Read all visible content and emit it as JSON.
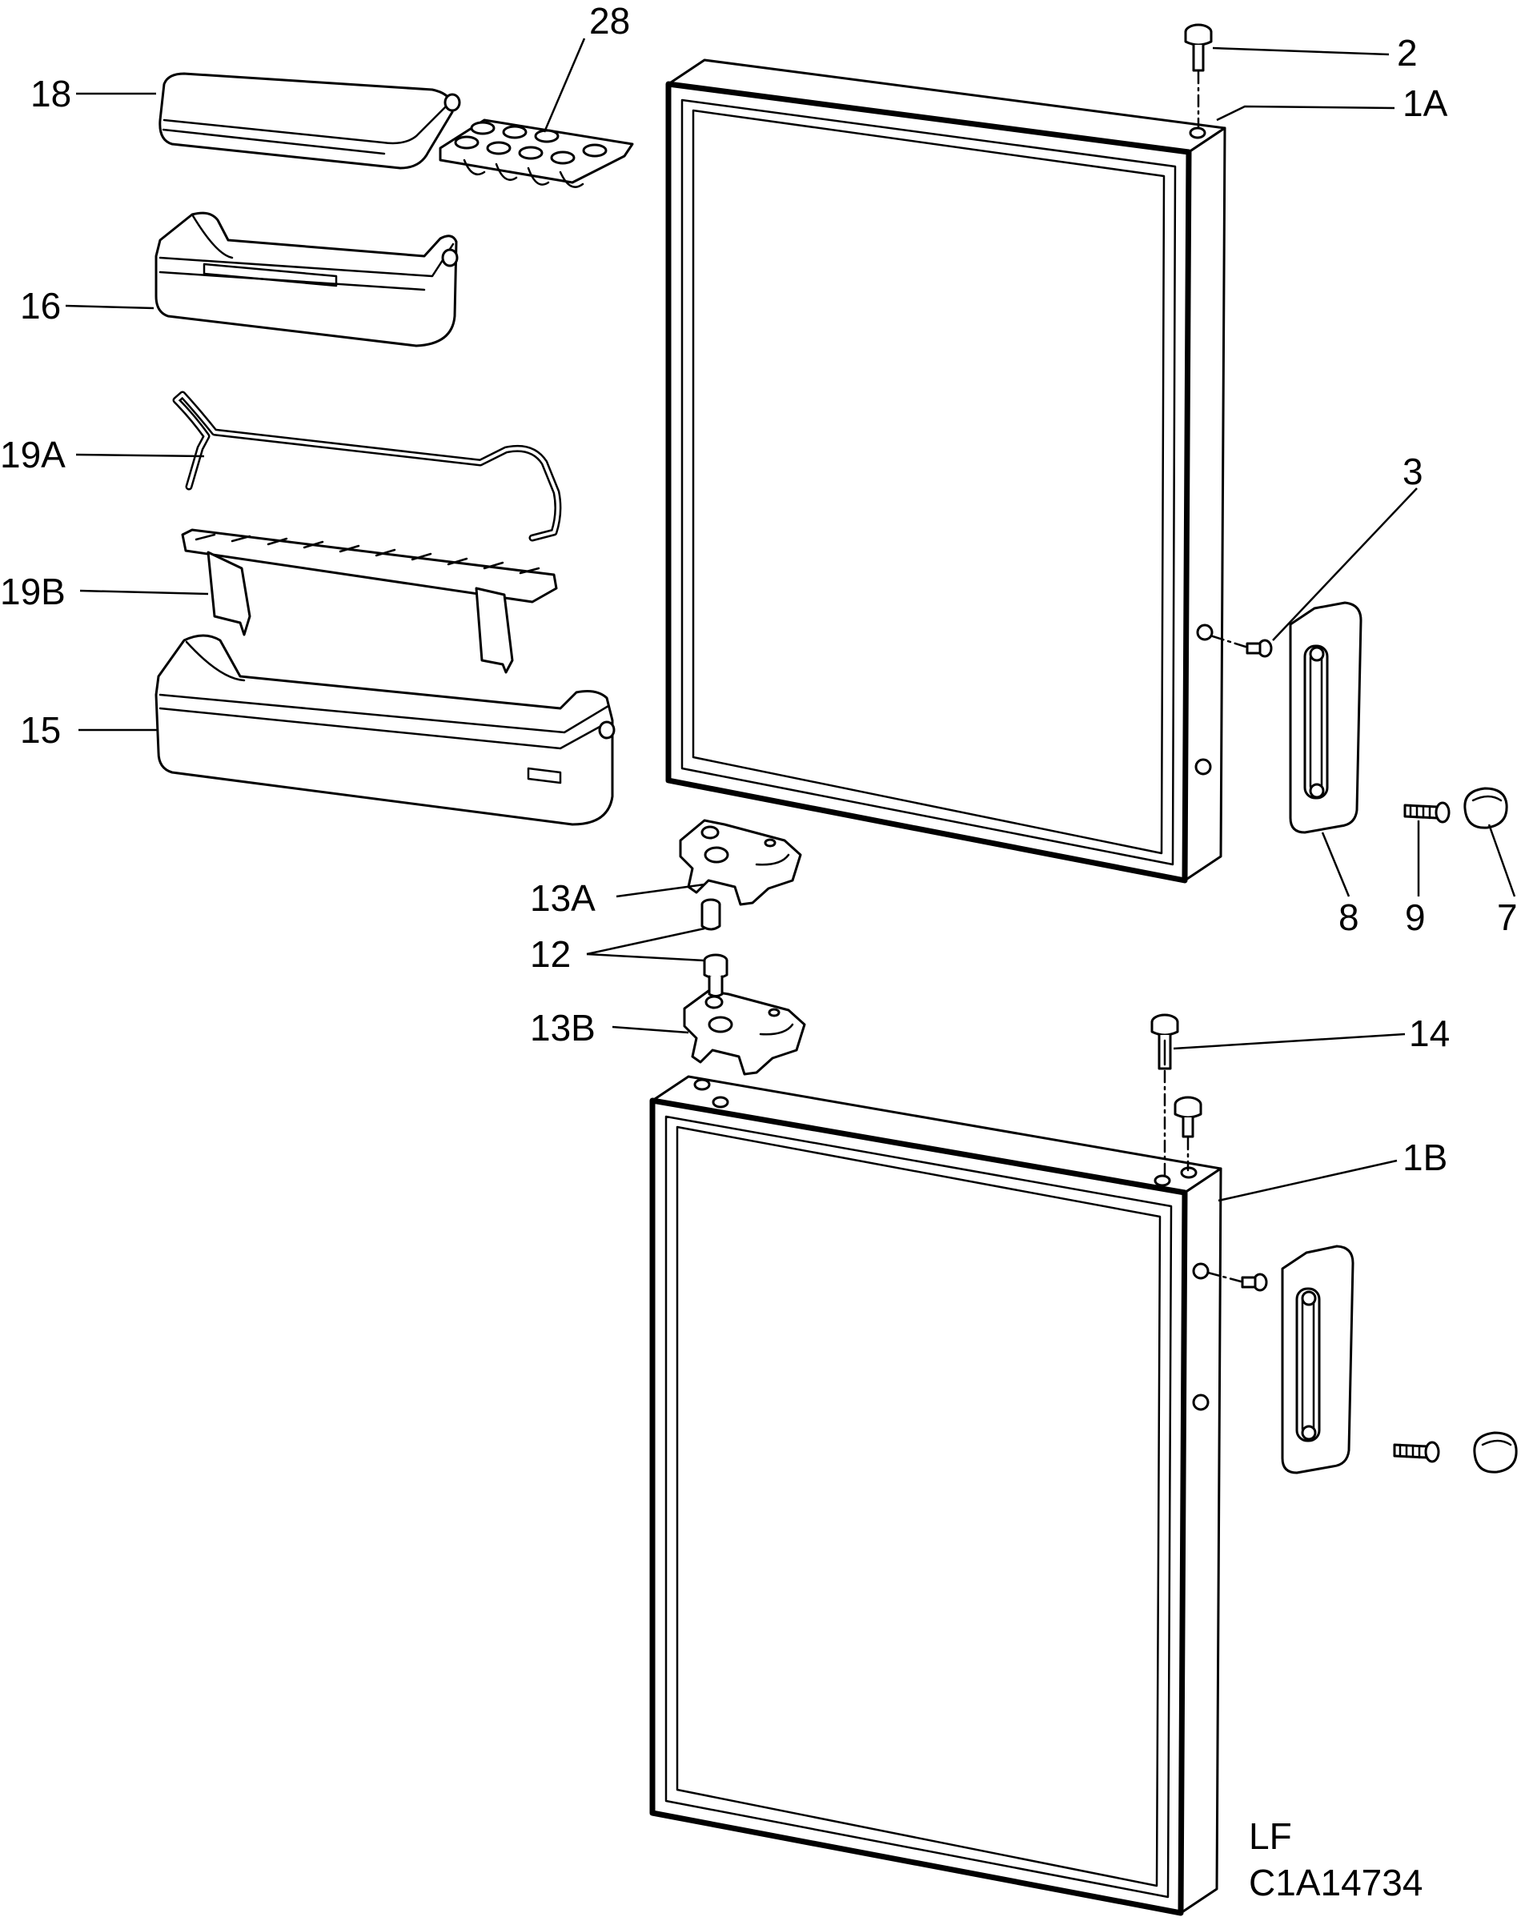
{
  "diagram": {
    "part_labels": {
      "p28": "28",
      "p2": "2",
      "p1A": "1A",
      "p18": "18",
      "p16": "16",
      "p19A": "19A",
      "p3": "3",
      "p19B": "19B",
      "p15": "15",
      "p13A": "13A",
      "p12": "12",
      "p13B": "13B",
      "p8": "8",
      "p9": "9",
      "p7": "7",
      "p14": "14",
      "p1B": "1B"
    },
    "drawing_code": "LF",
    "drawing_number": "C1A14734"
  }
}
